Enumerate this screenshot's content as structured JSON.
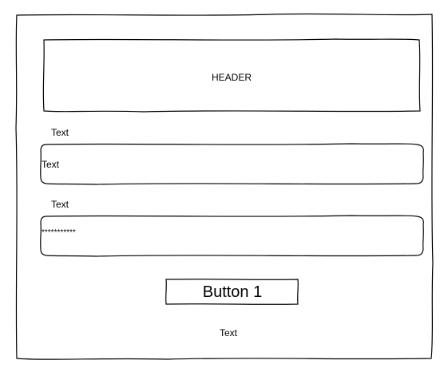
{
  "header": {
    "title": "HEADER"
  },
  "form": {
    "field1": {
      "label": "Text",
      "value": "Text"
    },
    "field2": {
      "label": "Text",
      "value": "***********"
    },
    "button_label": "Button 1"
  },
  "footer": {
    "text": "Text"
  },
  "colors": {
    "stroke": "#000000",
    "background": "#ffffff"
  }
}
